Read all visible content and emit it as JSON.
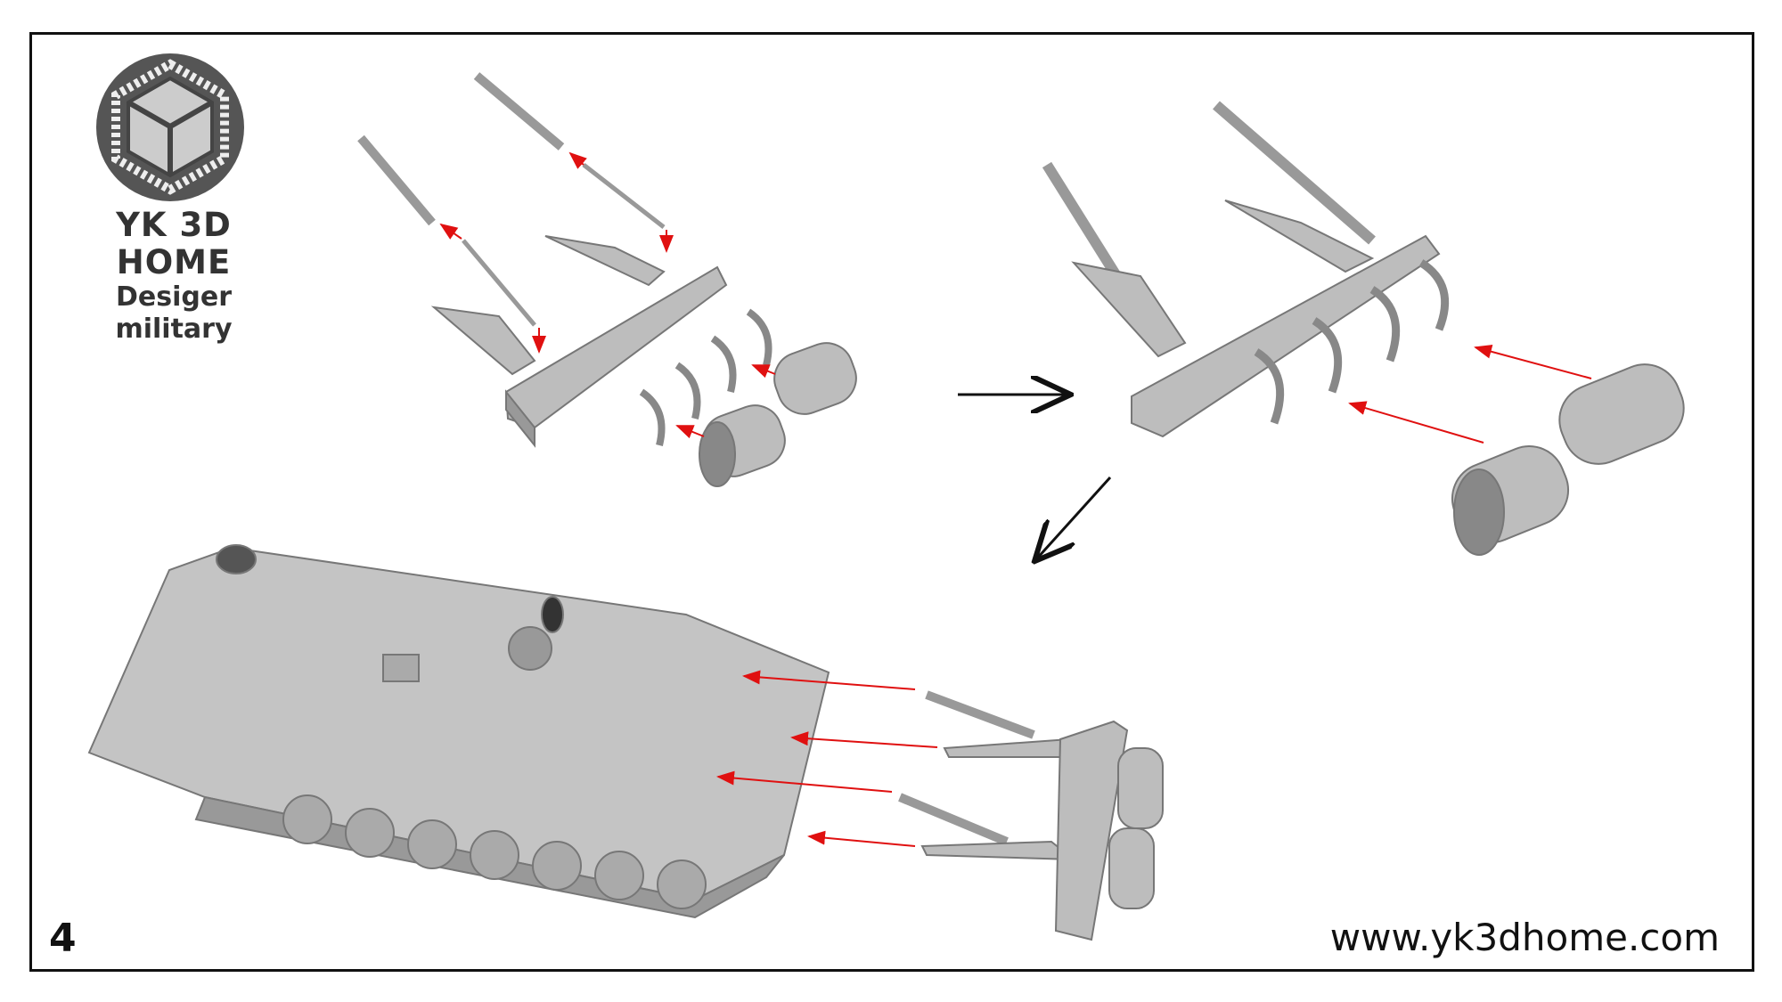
{
  "brand": {
    "name": "YK 3D HOME",
    "tagline": "Desiger military"
  },
  "step_number": "4",
  "website": "www.yk3dhome.com",
  "colors": {
    "arrow": "#e01010",
    "part": "#b9b9b9",
    "frame": "#111111"
  }
}
